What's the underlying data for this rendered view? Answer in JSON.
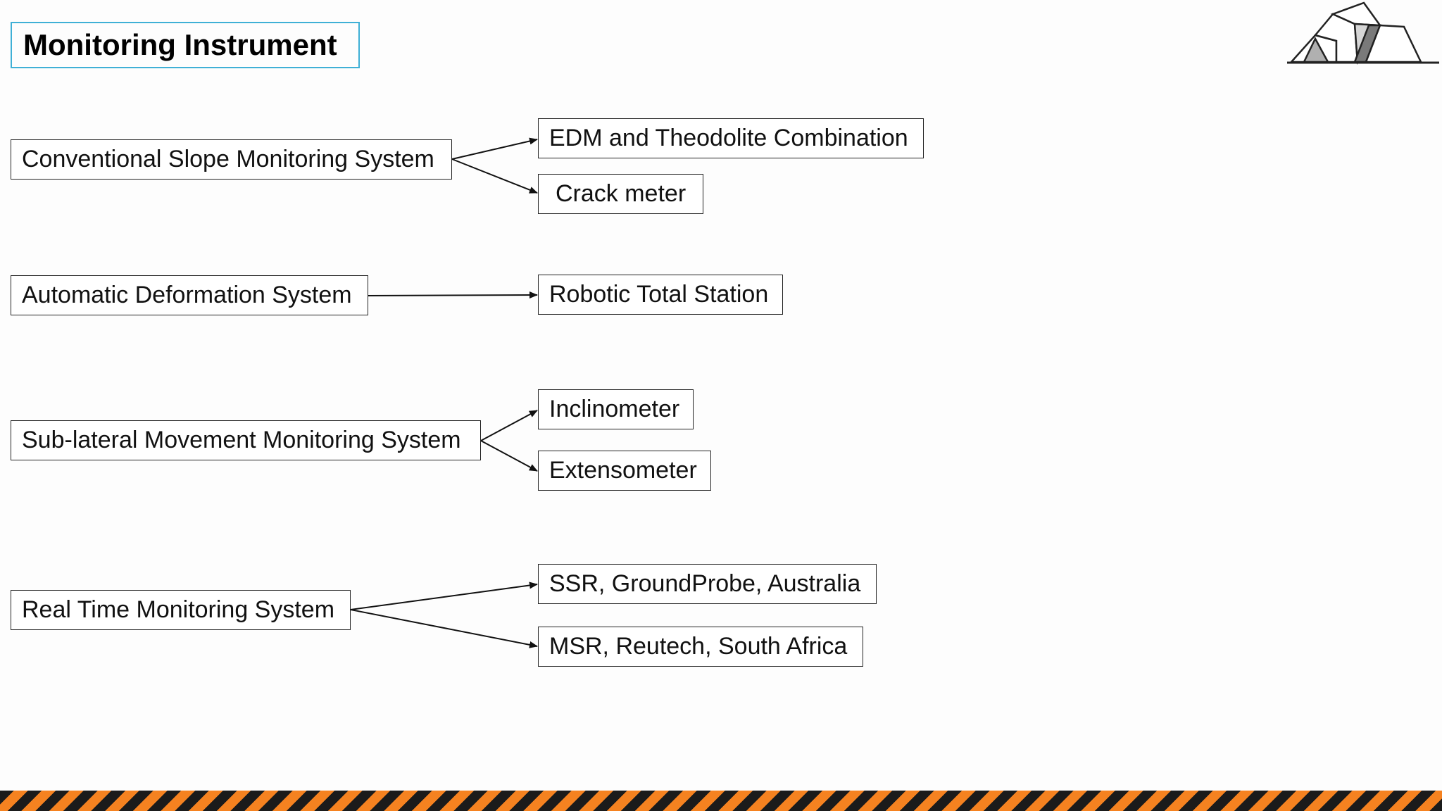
{
  "title": "Monitoring Instrument",
  "categories": [
    {
      "label": "Conventional Slope Monitoring System",
      "instruments": [
        "EDM and Theodolite Combination",
        "Crack meter"
      ]
    },
    {
      "label": "Automatic Deformation System",
      "instruments": [
        "Robotic Total Station"
      ]
    },
    {
      "label": "Sub-lateral Movement Monitoring System",
      "instruments": [
        "Inclinometer",
        "Extensometer"
      ]
    },
    {
      "label": "Real Time Monitoring System",
      "instruments": [
        "SSR, GroundProbe, Australia",
        "MSR, Reutech, South Africa"
      ]
    }
  ],
  "colors": {
    "title_border": "#3fb0d6",
    "stripe_orange": "#f58220",
    "stripe_dark": "#1b1b1b"
  },
  "icons": {
    "logo": "mountain-logo-icon"
  }
}
